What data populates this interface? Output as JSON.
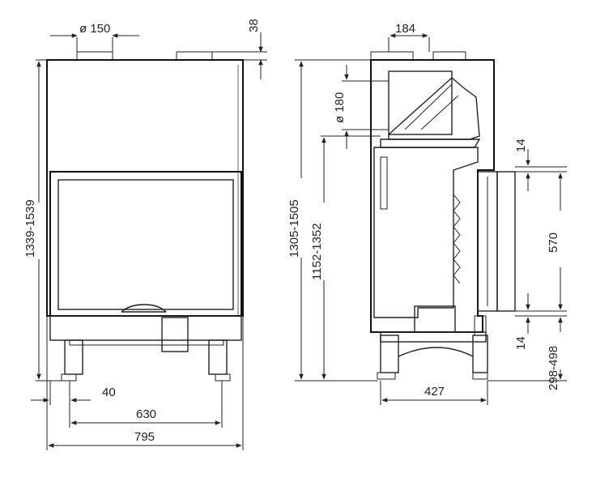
{
  "front_view": {
    "flue_diameter": "ø 150",
    "top_offset": "38",
    "height_range": "1339-1539",
    "leg_offset": "40",
    "inner_width": "630",
    "overall_width": "795"
  },
  "side_view": {
    "top_width": "184",
    "flue_diameter": "ø 180",
    "overall_height": "1305-1505",
    "opening_height": "1152-1352",
    "gap_top": "14",
    "opening_span": "570",
    "gap_bottom": "14",
    "base_height": "298-498",
    "depth": "427"
  },
  "colors": {
    "line": "#222222",
    "background": "#ffffff"
  }
}
